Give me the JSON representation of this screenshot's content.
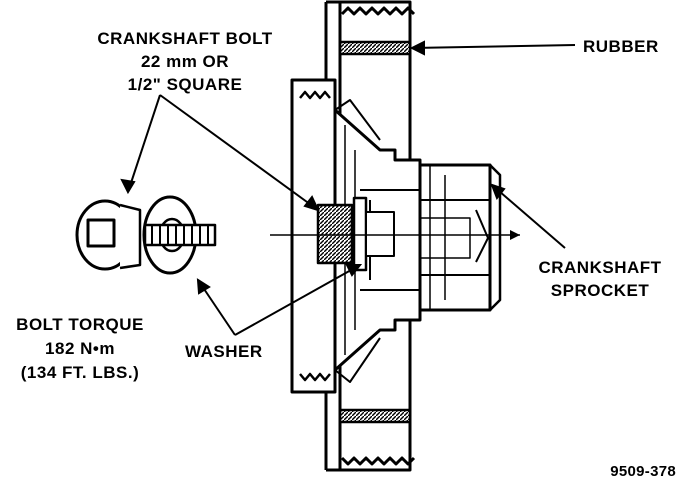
{
  "labels": {
    "crankshaft_bolt": {
      "line1": "CRANKSHAFT BOLT",
      "line2": "22 mm OR",
      "line3": "1/2\" SQUARE"
    },
    "rubber": "RUBBER",
    "crankshaft_sprocket": {
      "line1": "CRANKSHAFT",
      "line2": "SPROCKET"
    },
    "bolt_torque": {
      "line1": "BOLT TORQUE",
      "line2": "182 N•m",
      "line3": "(134 FT. LBS.)"
    },
    "washer": "WASHER",
    "figure_number": "9509-378"
  }
}
